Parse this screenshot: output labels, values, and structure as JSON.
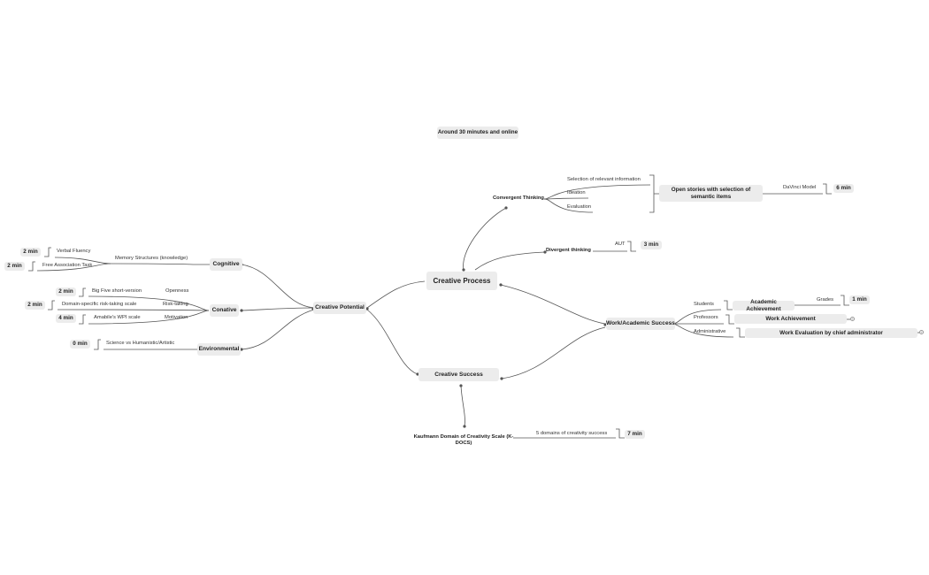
{
  "note": "Around 30 minutes and online",
  "center": {
    "potential": "Creative Potential",
    "process": "Creative Process",
    "success": "Creative Success",
    "work": "Work/Academic  Success"
  },
  "cognitive": {
    "title": "Cognitive",
    "memory": "Memory Structures (knowledge)",
    "verbal": "Verbal Fluency",
    "verbal_time": "2 min",
    "free": "Free Association Task",
    "free_time": "2 min"
  },
  "conative": {
    "title": "Conative",
    "openness": "Openness",
    "bigfive": "Big Five short-version",
    "bigfive_time": "2 min",
    "risk": "Risk-taking",
    "risk_scale": "Domain-specific risk-taking scale",
    "risk_time": "2 min",
    "motivation": "Motivation",
    "wpi": "Amabile's WPI scale",
    "wpi_time": "4 min"
  },
  "environmental": {
    "title": "Environmental",
    "science": "Science vs Humanistic/Artistic",
    "science_time": "0 min"
  },
  "process": {
    "convergent": "Convergent Thinking",
    "selection": "Selection of relevant information",
    "ideation": "Ideation",
    "evaluation": "Evaluation",
    "open_stories": "Open stories with selection of semantic items",
    "davinci": "DaVinci Model",
    "davinci_time": "6 min",
    "divergent": "Divergent thinking",
    "aut": "AUT",
    "aut_time": "3 min"
  },
  "work": {
    "students": "Students",
    "academic": "Academic Achievement",
    "grades": "Grades",
    "grades_time": "1 min",
    "professors": "Professors",
    "work_ach": "Work Achievement",
    "administrative": "Administrative",
    "work_eval": "Work Evaluation by chief administrator"
  },
  "success": {
    "kdocs": "Kaufmann Domain of Creativity Scale (K-DOCS)",
    "domains": "5 domains of creativity success",
    "kdocs_time": "7 min"
  },
  "colors": {
    "line": "#555555",
    "box": "#ececec",
    "text": "#222222"
  }
}
